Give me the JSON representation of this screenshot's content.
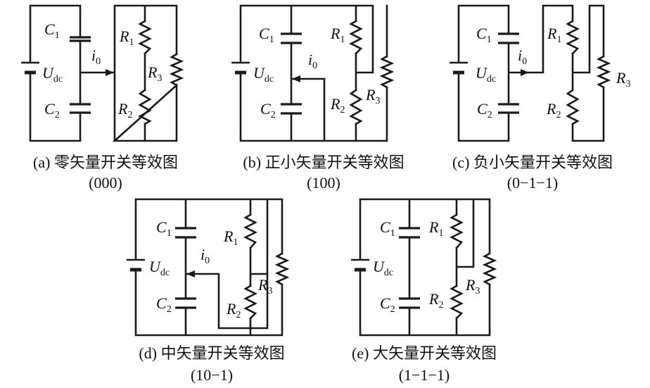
{
  "symbols": {
    "C": "C",
    "R": "R",
    "U": "U",
    "i": "i",
    "sub_1": "1",
    "sub_2": "2",
    "sub_3": "3",
    "sub_dc": "dc",
    "sub_0": "0"
  },
  "panels": [
    {
      "id": "a",
      "caption": "(a) 零矢量开关等效图",
      "code": "(000)"
    },
    {
      "id": "b",
      "caption": "(b) 正小矢量开关等效图",
      "code": "(100)"
    },
    {
      "id": "c",
      "caption": "(c) 负小矢量开关等效图",
      "code": "(0−1−1)"
    },
    {
      "id": "d",
      "caption": "(d) 中矢量开关等效图",
      "code": "(10−1)"
    },
    {
      "id": "e",
      "caption": "(e) 大矢量开关等效图",
      "code": "(1−1−1)"
    }
  ]
}
